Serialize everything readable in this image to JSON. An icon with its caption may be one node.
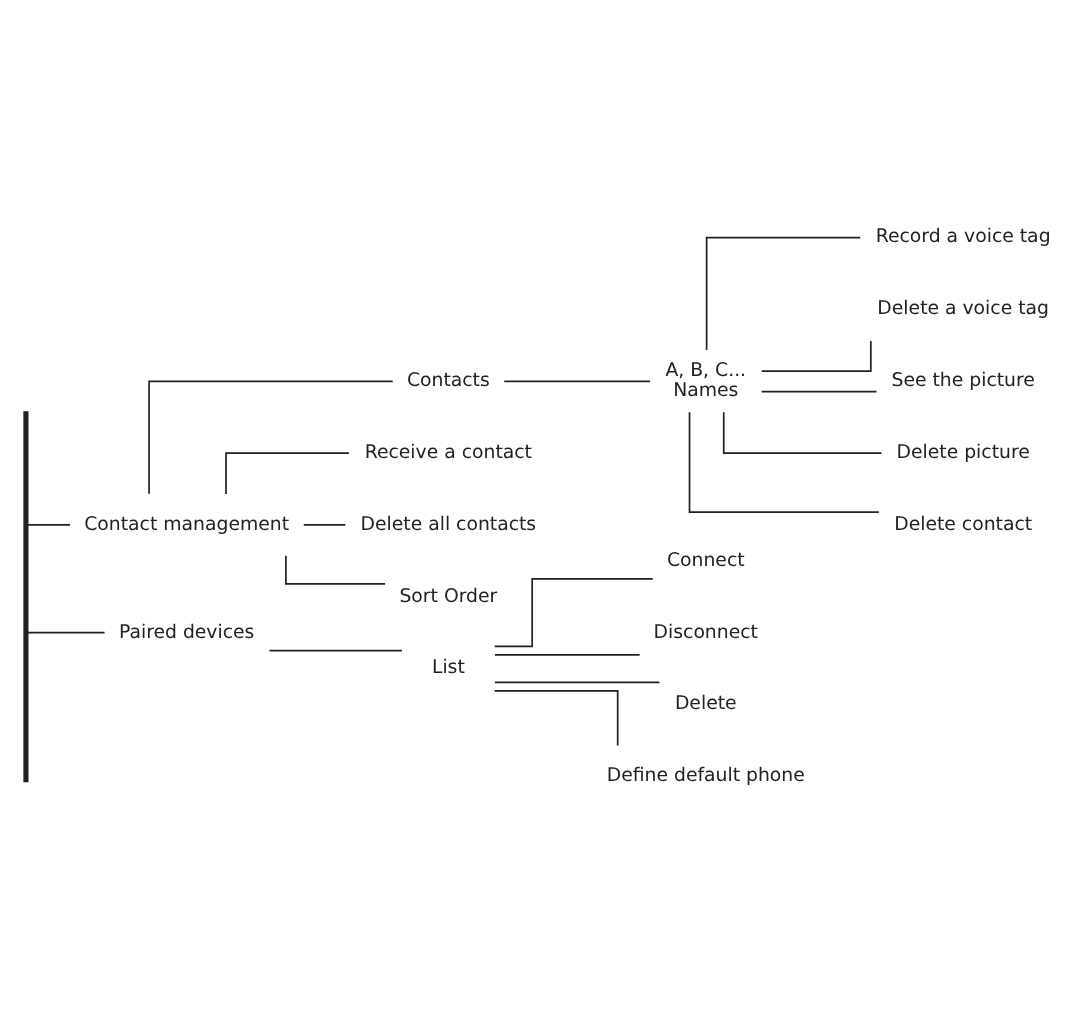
{
  "diagram": {
    "nodes": [
      {
        "text": [],
        "shape": "bar"
      },
      {
        "text": [
          "Contact management"
        ]
      },
      {
        "text": [
          "Contacts"
        ]
      },
      {
        "text": [
          "A, B, C...",
          "Names"
        ]
      },
      {
        "text": [
          "Record a voice tag"
        ]
      },
      {
        "text": [
          "Delete a voice tag"
        ]
      },
      {
        "text": [
          "See the picture"
        ]
      },
      {
        "text": [
          "Delete picture"
        ]
      },
      {
        "text": [
          "Delete contact"
        ]
      },
      {
        "text": [
          "Receive a contact"
        ]
      },
      {
        "text": [
          "Delete all contacts"
        ]
      },
      {
        "text": [
          "Sort Order"
        ]
      },
      {
        "text": [
          "Paired devices"
        ]
      },
      {
        "text": [
          "List"
        ]
      },
      {
        "text": [
          "Connect"
        ]
      },
      {
        "text": [
          "Disconnect"
        ]
      },
      {
        "text": [
          "Delete"
        ]
      },
      {
        "text": [
          "Define default phone"
        ]
      }
    ],
    "edges": [
      {
        "from": 0,
        "to": 1,
        "arrow": "none"
      },
      {
        "from": 1,
        "to": 2,
        "arrow": "none"
      },
      {
        "from": 2,
        "to": 3,
        "arrow": "none"
      },
      {
        "from": 3,
        "to": 4,
        "arrow": "none"
      },
      {
        "from": 3,
        "to": 5,
        "arrow": "none"
      },
      {
        "from": 3,
        "to": 6,
        "arrow": "none"
      },
      {
        "from": 3,
        "to": 7,
        "arrow": "none"
      },
      {
        "from": 3,
        "to": 8,
        "arrow": "none"
      },
      {
        "from": 1,
        "to": 9,
        "arrow": "none"
      },
      {
        "from": 1,
        "to": 10,
        "arrow": "none"
      },
      {
        "from": 1,
        "to": 11,
        "arrow": "none"
      },
      {
        "from": 0,
        "to": 12,
        "arrow": "none"
      },
      {
        "from": 12,
        "to": 13,
        "arrow": "none"
      },
      {
        "from": 13,
        "to": 14,
        "arrow": "none"
      },
      {
        "from": 13,
        "to": 15,
        "arrow": "none"
      },
      {
        "from": 13,
        "to": 16,
        "arrow": "none"
      },
      {
        "from": 13,
        "to": 17,
        "arrow": "none"
      }
    ]
  }
}
